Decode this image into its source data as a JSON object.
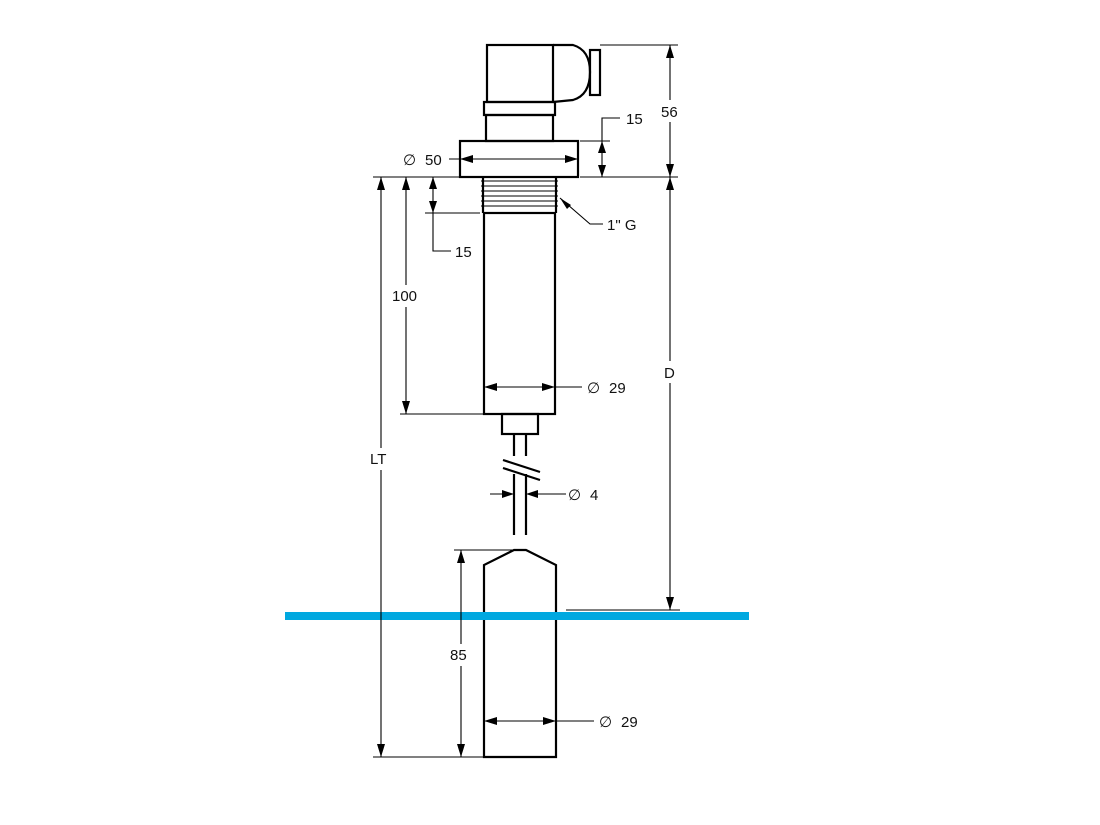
{
  "colors": {
    "outline": "#000000",
    "liquid_level": "#00a8e0",
    "background": "#ffffff"
  },
  "labels": {
    "head_height": "56",
    "flange_thickness": "15",
    "flange_diameter": "50",
    "thread_type": "1\" G",
    "thread_length": "15",
    "body_length": "100",
    "body_diameter": "29",
    "cable_diameter": "4",
    "float_length": "85",
    "float_diameter": "29",
    "immersion_depth": "D",
    "total_length": "LT",
    "diameter_symbol": "∅"
  }
}
